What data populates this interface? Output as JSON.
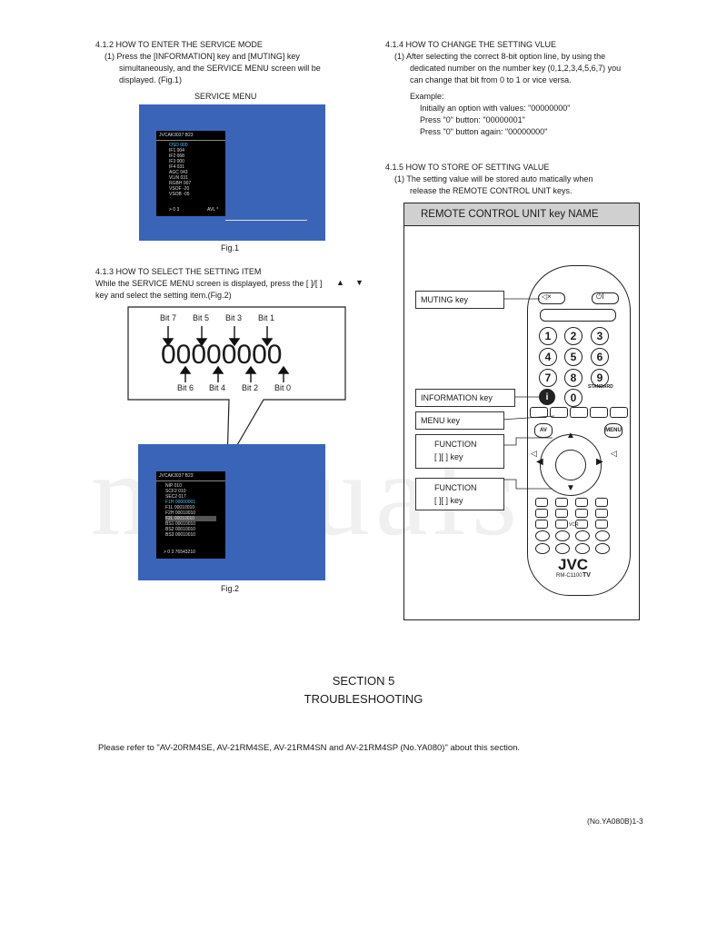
{
  "left": {
    "s412_title": "4.1.2 HOW TO ENTER THE SERVICE MODE",
    "s412_l1": "(1) Press the [INFORMATION] key and [MUTING] key",
    "s412_l2": "simultaneously, and the SERVICE MENU screen will be",
    "s412_l3": "displayed. (Fig.1)",
    "service_menu_label": "SERVICE MENU",
    "fig1": {
      "header": "JVCAK3037 B23",
      "rows": [
        "OSD    000",
        "IF1    004",
        "IF2    068",
        "IF3    000",
        "IF4    031",
        "AGC   043",
        "VLIN 031",
        "RGBH 007",
        "VSOF -20",
        "VSOB -05"
      ],
      "footer_left": "> 0 3",
      "footer_right": "AVL *",
      "caption": "Fig.1"
    },
    "s413_title": "4.1.3 HOW TO SELECT THE SETTING ITEM",
    "s413_l1": "While the SERVICE MENU screen is displayed, press the [ ]/[ ]",
    "s413_l2": "key and select the setting item.(Fig.2)",
    "bits_top": [
      "Bit 7",
      "Bit 5",
      "Bit 3",
      "Bit 1"
    ],
    "bits_bottom": [
      "Bit 6",
      "Bit 4",
      "Bit 2",
      "Bit 0"
    ],
    "bits_value": "00000000",
    "fig2": {
      "header": "JVCAK3037 B23",
      "rows": [
        "NIP     010",
        "SCF2 010",
        "SEC2 017",
        "F1H    00000001",
        "F1L     00010010",
        "F2H    00010010",
        "F2L     00010010",
        "BS1    00010010",
        "BS2    00010010",
        "BS3    00010010"
      ],
      "footer": "> 0 3 76543210",
      "caption": "Fig.2"
    }
  },
  "right": {
    "s414_title": "4.1.4 HOW TO CHANGE THE SETTING VLUE",
    "s414_l1": "(1) After selecting the correct 8-bit option line, by using the",
    "s414_l2": "dedicated number on the number key (0,1,2,3,4,5,6,7) you",
    "s414_l3": "can change that bit from 0 to 1 or vice versa.",
    "example": "Example:",
    "ex1": "Initially an option with values: \"00000000\"",
    "ex2": "Press \"0\" button: \"00000001\"",
    "ex3": "Press \"0\" button again: \"00000000\"",
    "s415_title": "4.1.5 HOW TO STORE OF SETTING VALUE",
    "s415_l1": "(1) The setting value will be stored auto matically when",
    "s415_l2": "release the REMOTE CONTROL UNIT keys.",
    "remote_header": "REMOTE CONTROL UNIT key NAME",
    "callouts": {
      "muting": "MUTING key",
      "information": "INFORMATION key",
      "menu": "MENU key",
      "function1_a": "FUNCTION",
      "function1_b": "[ ][ ] key",
      "function2_a": "FUNCTION",
      "function2_b": "[ ][ ] key"
    },
    "remote": {
      "digits": [
        "1",
        "2",
        "3",
        "4",
        "5",
        "6",
        "7",
        "8",
        "9",
        "i",
        "0"
      ],
      "av": "AV",
      "menu": "MENU",
      "vcr": "VCR",
      "brand": "JVC",
      "model": "RM-C1100",
      "tv": "TV",
      "standard": "STANDARD"
    }
  },
  "section": {
    "title": "SECTION 5",
    "subtitle": "TROUBLESHOOTING",
    "note": "Please refer to \"AV-20RM4SE, AV-21RM4SE, AV-21RM4SN and AV-21RM4SP (No.YA080)\" about this section."
  },
  "footer": {
    "page": "(No.YA080B)1-3"
  },
  "watermark": "manuals"
}
